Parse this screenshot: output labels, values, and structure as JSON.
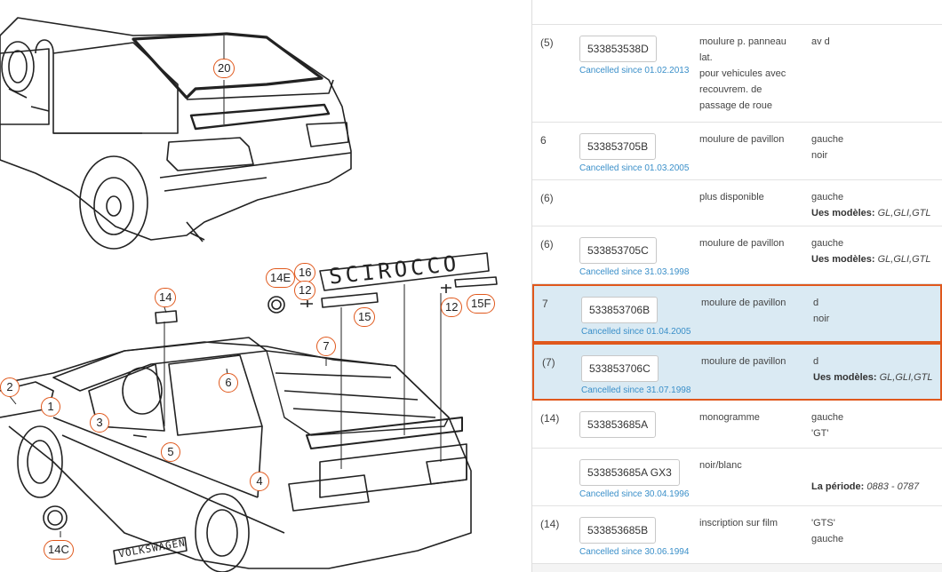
{
  "diagram": {
    "callouts": [
      "20",
      "14E",
      "16",
      "12",
      "12",
      "15F",
      "15",
      "14",
      "7",
      "6",
      "2",
      "1",
      "3",
      "5",
      "4",
      "14C"
    ],
    "emblems": {
      "scirocco": "SCIROCCO",
      "volkswagen": "VOLKSWAGEN"
    }
  },
  "parts": {
    "rows": [
      {
        "pos": "(5)",
        "part": "533853538D",
        "cancelled": "Cancelled since 01.02.2013",
        "desc": [
          "moulure p. panneau",
          "lat.",
          "pour vehicules avec",
          "recouvrem. de",
          "passage de roue"
        ],
        "remark": [
          "av d"
        ],
        "highlight": false
      },
      {
        "pos": "6",
        "part": "533853705B",
        "cancelled": "Cancelled since 01.03.2005",
        "desc": [
          "moulure de pavillon"
        ],
        "remark": [
          "gauche",
          "noir"
        ],
        "highlight": false
      },
      {
        "pos": "(6)",
        "part": "",
        "cancelled": "",
        "desc": [
          "plus disponible"
        ],
        "remark": [
          "gauche"
        ],
        "models_label": "Ues modèles:",
        "models_value": "GL,GLI,GTL",
        "highlight": false
      },
      {
        "pos": "(6)",
        "part": "533853705C",
        "cancelled": "Cancelled since 31.03.1998",
        "desc": [
          "moulure de pavillon"
        ],
        "remark": [
          "gauche"
        ],
        "models_label": "Ues modèles:",
        "models_value": "GL,GLI,GTL",
        "highlight": false
      },
      {
        "pos": "7",
        "part": "533853706B",
        "cancelled": "Cancelled since 01.04.2005",
        "desc": [
          "moulure de pavillon"
        ],
        "remark": [
          "d",
          "noir"
        ],
        "highlight": true
      },
      {
        "pos": "(7)",
        "part": "533853706C",
        "cancelled": "Cancelled since 31.07.1998",
        "desc": [
          "moulure de pavillon"
        ],
        "remark": [
          "d"
        ],
        "models_label": "Ues modèles:",
        "models_value": "GL,GLI,GTL",
        "highlight": true
      },
      {
        "pos": "(14)",
        "part": "533853685A",
        "cancelled": "",
        "desc": [
          "monogramme"
        ],
        "remark": [
          "gauche",
          "'GT'"
        ],
        "highlight": false
      },
      {
        "pos": "",
        "part": "533853685A GX3",
        "cancelled": "Cancelled since 30.04.1996",
        "desc": [
          "noir/blanc"
        ],
        "remark": [
          ""
        ],
        "period_label": "La période:",
        "period_value": "0883 - 0787",
        "highlight": false
      },
      {
        "pos": "(14)",
        "part": "533853685B",
        "cancelled": "Cancelled since 30.06.1994",
        "desc": [
          "inscription sur film"
        ],
        "remark": [
          "'GTS'",
          "gauche"
        ],
        "highlight": false
      }
    ]
  }
}
